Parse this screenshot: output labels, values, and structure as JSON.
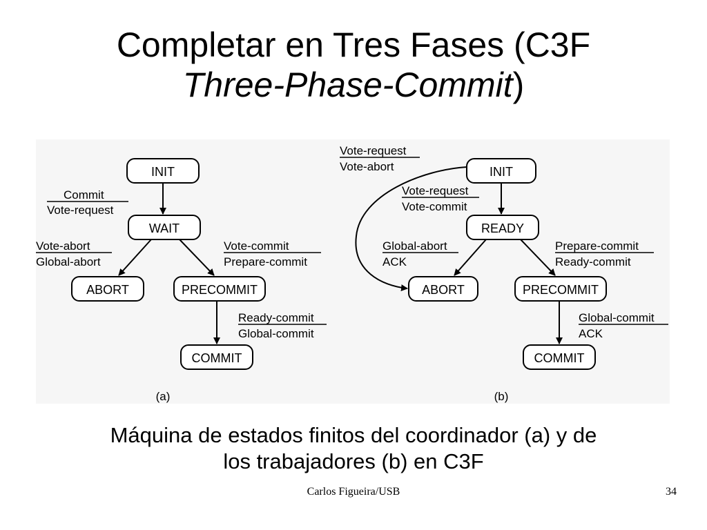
{
  "slide": {
    "title_line1": "Completar en Tres Fases (C3F",
    "title_line2_italic": "Three-Phase-Commit",
    "title_line2_suffix": ")",
    "caption_line1": "Máquina de estados finitos del coordinador (a) y de",
    "caption_line2": "los trabajadores (b) en C3F",
    "footer_author": "Carlos Figueira/USB",
    "page_number": "34"
  },
  "diagram_a": {
    "label": "(a)",
    "states": {
      "init": "INIT",
      "wait": "WAIT",
      "abort": "ABORT",
      "precommit": "PRECOMMIT",
      "commit": "COMMIT"
    },
    "transitions": {
      "init_wait": {
        "top": "Commit",
        "bottom": "Vote-request"
      },
      "wait_abort": {
        "top": "Vote-abort",
        "bottom": "Global-abort"
      },
      "wait_precommit": {
        "top": "Vote-commit",
        "bottom": "Prepare-commit"
      },
      "precommit_commit": {
        "top": "Ready-commit",
        "bottom": "Global-commit"
      }
    }
  },
  "diagram_b": {
    "label": "(b)",
    "states": {
      "init": "INIT",
      "ready": "READY",
      "abort": "ABORT",
      "precommit": "PRECOMMIT",
      "commit": "COMMIT"
    },
    "transitions": {
      "init_abort": {
        "top": "Vote-request",
        "bottom": "Vote-abort"
      },
      "init_ready": {
        "top": "Vote-request",
        "bottom": "Vote-commit"
      },
      "ready_abort": {
        "top": "Global-abort",
        "bottom": "ACK"
      },
      "ready_precommit": {
        "top": "Prepare-commit",
        "bottom": "Ready-commit"
      },
      "precommit_commit": {
        "top": "Global-commit",
        "bottom": "ACK"
      }
    }
  }
}
